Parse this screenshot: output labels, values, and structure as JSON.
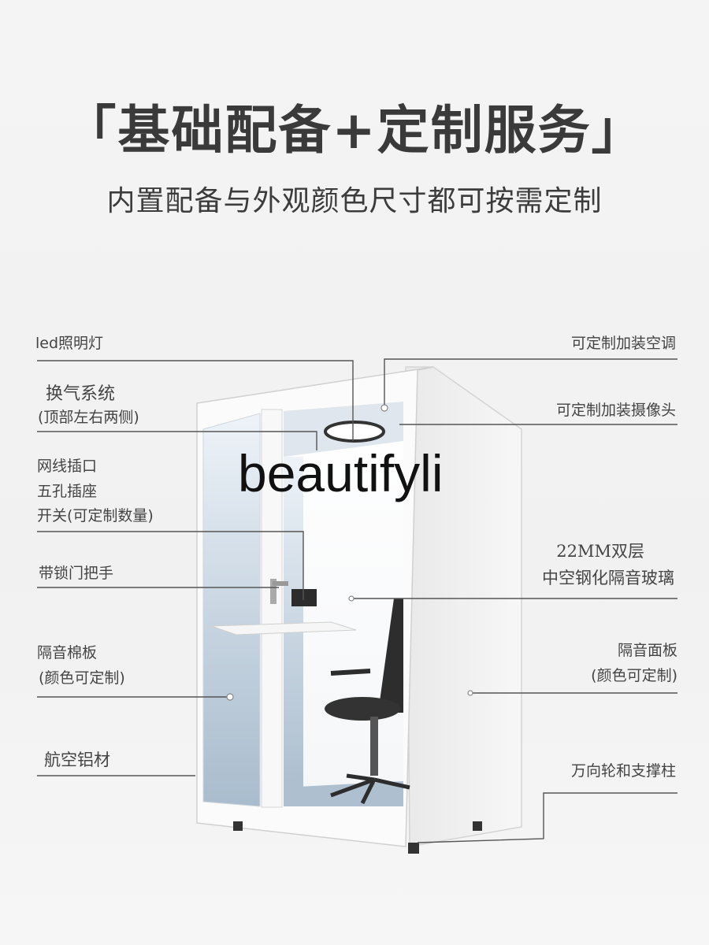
{
  "headline": "「基础配备+定制服务」",
  "subline": "内置配备与外观颜色尺寸都可按需定制",
  "watermark": "beautifyli",
  "left_labels": {
    "led": "led照明灯",
    "ventilation": "换气系统",
    "ventilation_note": "(顶部左右两侧)",
    "network": "网线插口",
    "socket": "五孔插座",
    "switch": "开关(可定制数量)",
    "handle": "带锁门把手",
    "cotton": "隔音棉板",
    "cotton_note": "(颜色可定制)",
    "aluminum": "航空铝材"
  },
  "right_labels": {
    "ac": "可定制加装空调",
    "camera": "可定制加装摄像头",
    "glass_1": "22MM双层",
    "glass_2": "中空钢化隔音玻璃",
    "panel": "隔音面板",
    "panel_note": "(颜色可定制)",
    "wheels": "万向轮和支撑柱"
  }
}
